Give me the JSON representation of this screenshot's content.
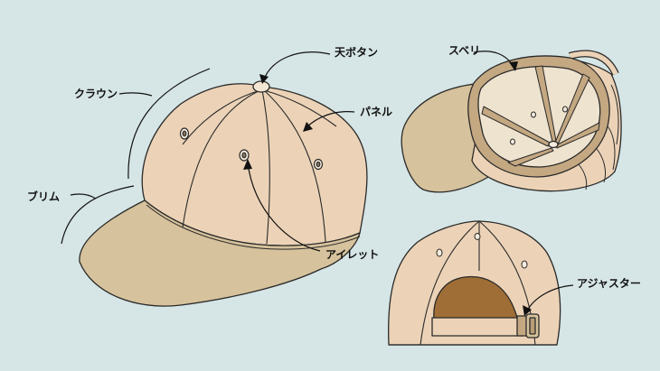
{
  "labels": {
    "crown": "クラウン",
    "button": "天ボタン",
    "panel": "パネル",
    "brim": "ブリム",
    "eyelet": "アイレット",
    "sweatband": "スベリ",
    "adjuster": "アジャスター"
  },
  "colors": {
    "background": "#d6e5e5",
    "crown": "#ecd3b7",
    "brim": "#d6c29c",
    "sweatband": "#c4a882",
    "interior": "#eee3cf",
    "opening": "#9e6e36",
    "outline": "#2a2a2a"
  }
}
